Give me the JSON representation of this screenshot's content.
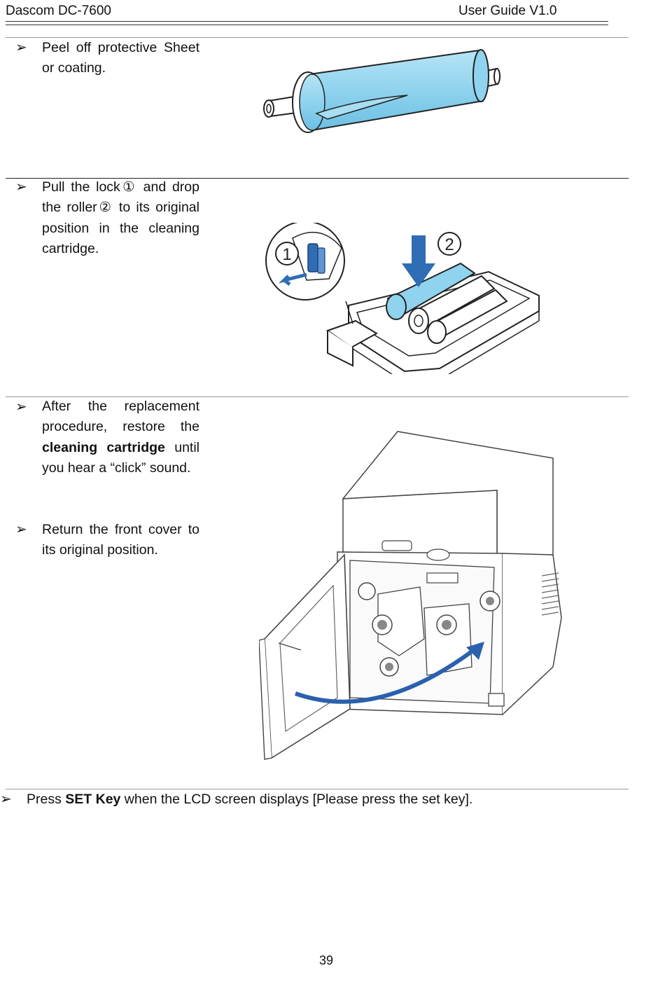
{
  "header": {
    "left": "Dascom DC-7600",
    "right": "User Guide V1.0"
  },
  "bullet_glyph": "➢",
  "steps": [
    {
      "text": "Peel off protective Sheet or coating."
    },
    {
      "text": "Pull the lock① and drop the roller② to its original position in the cleaning cartridge."
    },
    {
      "before": "After the replacement procedure, restore the ",
      "bold": "cleaning cartridge",
      "after": " until you hear a “click” sound."
    },
    {
      "text": "Return the front cover to its original position."
    },
    {
      "before": "Press ",
      "bold": "SET Key",
      "after": " when the LCD screen displays [Please press the set key]."
    }
  ],
  "figures": {
    "roller": {
      "icon": "film-roller-illustration",
      "accent": "#8fd3ee"
    },
    "cartridge": {
      "icon": "cleaning-cartridge-illustration",
      "labels": [
        "1",
        "2"
      ],
      "accent": "#2f6db5"
    },
    "printer": {
      "icon": "card-printer-illustration",
      "accent": "#2a60ad"
    }
  },
  "page_number": "39"
}
